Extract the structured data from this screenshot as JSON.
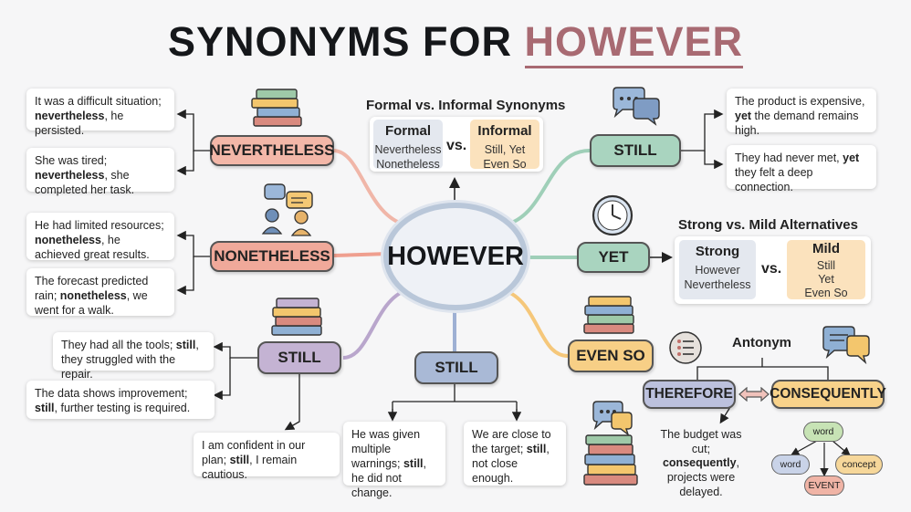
{
  "title": {
    "part1": "SYNONYMS FOR ",
    "part2": "HOWEVER"
  },
  "center": "HOWEVER",
  "nodes": {
    "nevertheless": "NEVERTHELESS",
    "nonetheless": "NONETHELESS",
    "still_left": "STILL",
    "still_bottom": "STILL",
    "still_right": "STILL",
    "yet": "YET",
    "even_so": "EVEN SO",
    "therefore": "THEREFORE",
    "consequently": "CONSEQUENTLY"
  },
  "examples": {
    "nev1": {
      "pre": "It was a difficult situation; ",
      "key": "nevertheless",
      "post": ", he persisted."
    },
    "nev2": {
      "pre": "She was tired; ",
      "key": "nevertheless",
      "post": ", she completed her task."
    },
    "non1": {
      "pre": "He had limited resources; ",
      "key": "nonetheless",
      "post": ", he achieved great results."
    },
    "non2": {
      "pre": "The forecast predicted rain; ",
      "key": "nonetheless",
      "post": ", we went for a walk."
    },
    "stl1": {
      "pre": "They had all the tools; ",
      "key": "still",
      "post": ", they struggled with the repair."
    },
    "stl2": {
      "pre": "The data shows improvement; ",
      "key": "still",
      "post": ", further testing is required."
    },
    "stl3": {
      "pre": "I am confident in our plan; ",
      "key": "still",
      "post": ", I remain cautious."
    },
    "stb1": {
      "pre": "He was given multiple warnings; ",
      "key": "still",
      "post": ", he did not change."
    },
    "stb2": {
      "pre": "We are close to the target; ",
      "key": "still",
      "post": ", not close enough."
    },
    "str1": {
      "pre": "The product is expensive, ",
      "key": "yet",
      "post": " the demand remains high."
    },
    "str2": {
      "pre": "They had never met, ",
      "key": "yet",
      "post": " they felt a deep connection."
    },
    "cons": {
      "pre": "The budget was cut; ",
      "key": "consequently",
      "post": ", projects were delayed."
    }
  },
  "formal_panel": {
    "title": "Formal vs. Informal Synonyms",
    "formal_head": "Formal",
    "formal_items": [
      "Nevertheless",
      "Nonetheless"
    ],
    "vs": "vs.",
    "informal_head": "Informal",
    "informal_items": [
      "Still, Yet",
      "Even So"
    ]
  },
  "strength_panel": {
    "title": "Strong vs. Mild Alternatives",
    "strong_head": "Strong",
    "strong_items": [
      "However",
      "Nevertheless"
    ],
    "vs": "vs.",
    "mild_head": "Mild",
    "mild_items": [
      "Still",
      "Yet",
      "Even So"
    ]
  },
  "antonym": {
    "label": "Antonym"
  },
  "mini_tree": {
    "top": "word",
    "left": "word",
    "right": "concept",
    "bottom": "EVENT"
  },
  "colors": {
    "nevertheless": "#f3b7a8",
    "nonetheless": "#f0a99a",
    "still_left": "#c4b3d3",
    "still_bottom": "#a9b9d6",
    "still_right": "#a9d4bf",
    "yet": "#a9d4bf",
    "even_so": "#f7cf86",
    "therefore": "#bcc1dd",
    "consequently": "#f8d28a",
    "hub_ring": "#b9c7d9"
  },
  "icons": [
    "books-icon",
    "chat-bubbles-icon",
    "people-talking-icon",
    "clock-icon",
    "list-icon",
    "speech-bubble-icon"
  ]
}
